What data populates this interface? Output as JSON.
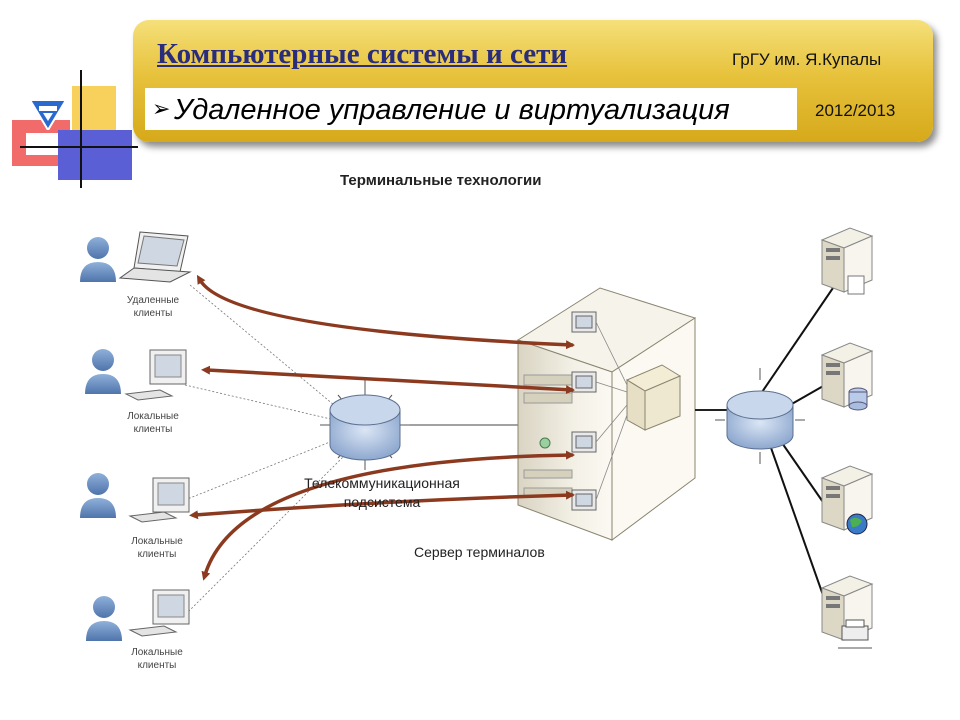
{
  "header": {
    "course_title": "Компьютерные системы и сети",
    "university": "ГрГУ им. Я.Купалы",
    "topic_bullet": "➢",
    "topic": "Удаленное управление и виртуализация",
    "years": "2012/2013"
  },
  "diagram": {
    "title": "Терминальные технологии",
    "client_groups": [
      {
        "label_line1": "Удаленные",
        "label_line2": "клиенты"
      },
      {
        "label_line1": "Локальные",
        "label_line2": "клиенты"
      },
      {
        "label_line1": "Локальные",
        "label_line2": "клиенты"
      },
      {
        "label_line1": "Локальные",
        "label_line2": "клиенты"
      }
    ],
    "telecom_label_line1": "Телекоммуникационная",
    "telecom_label_line2": "подсистема",
    "server_label": "Сервер терминалов",
    "colors": {
      "arrow": "#8b3a1f",
      "hub": "#9fb6d6",
      "gold": "#e7c23c",
      "title_blue": "#2a2c7c"
    }
  }
}
